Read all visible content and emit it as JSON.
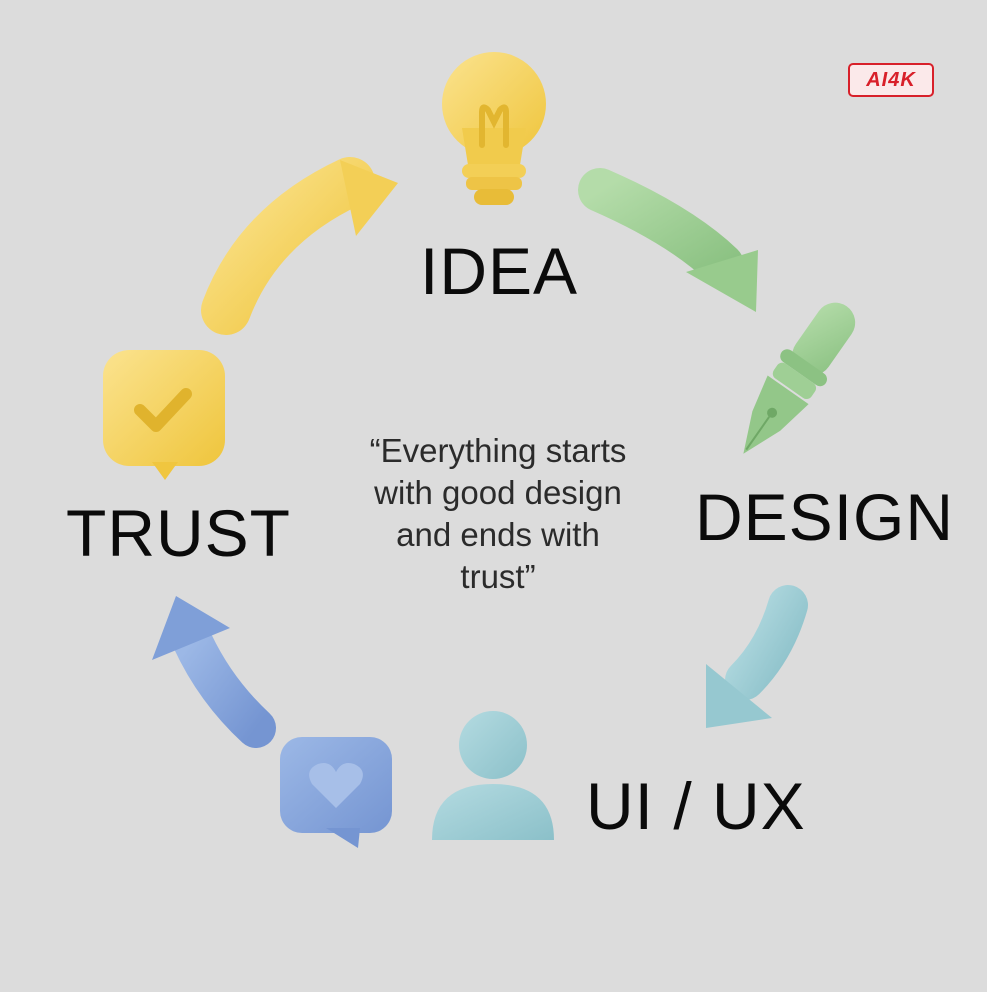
{
  "labels": {
    "idea": "IDEA",
    "design": "DESIGN",
    "ui_ux": "UI / UX",
    "trust": "TRUST"
  },
  "quote": {
    "line1": "“Everything starts",
    "line2": "with good design",
    "line3": "and ends with",
    "line4": "trust”"
  },
  "logo": {
    "text": "AI4K"
  },
  "icons": {
    "idea": "lightbulb-icon",
    "design": "fountain-pen-icon",
    "ui_ux": "user-icon",
    "trust": "checkmark-badge-icon",
    "feedback": "heart-chat-icon"
  },
  "colors": {
    "background": "#dcdcdc",
    "yellow": "#f5d46a",
    "green": "#9fcf95",
    "teal": "#9fcdd5",
    "blue": "#87a6dc",
    "logo_red": "#d8202a"
  }
}
